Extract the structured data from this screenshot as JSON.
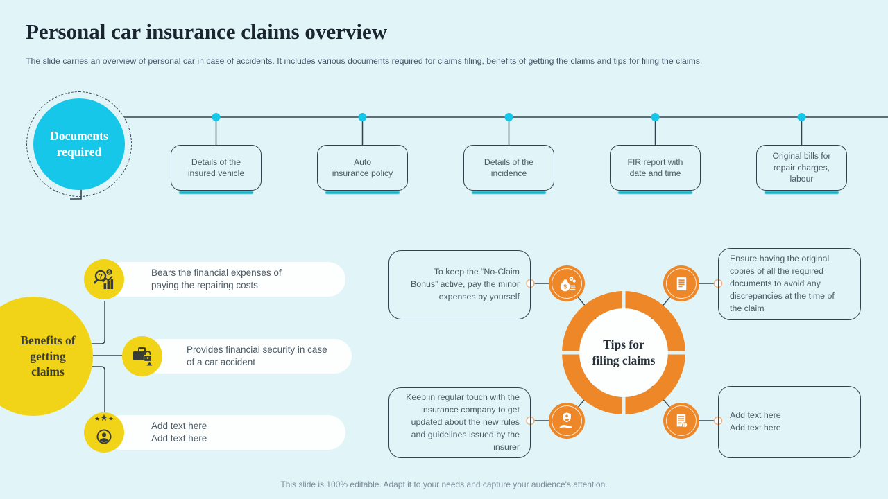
{
  "page": {
    "title": "Personal car insurance claims overview",
    "subtitle": "The slide carries an overview of personal car in case of accidents. It includes various documents required for claims filing, benefits of getting the claims and tips for filing the claims.",
    "footer": "This slide is 100% editable. Adapt it to your needs and capture your audience's attention."
  },
  "colors": {
    "background": "#e1f5f9",
    "cyan": "#16c7e9",
    "teal_underline": "#13b4c7",
    "yellow": "#f1d318",
    "orange": "#ee8727",
    "line_dark": "#33424d",
    "text_dark": "#1a2530",
    "text_gray": "#4c5a64"
  },
  "documents": {
    "hub_label": "Documents\nrequired",
    "items": [
      {
        "label": "Details of the\ninsured vehicle"
      },
      {
        "label": "Auto\ninsurance policy"
      },
      {
        "label": "Details of the\nincidence"
      },
      {
        "label": "FIR report with\ndate and time"
      },
      {
        "label": "Original bills for\nrepair charges,\nlabour"
      }
    ]
  },
  "benefits": {
    "hub_label": "Benefits of\ngetting\nclaims",
    "items": [
      {
        "icon": "cost-analysis-icon",
        "text": "Bears the financial expenses of paying the repairing costs"
      },
      {
        "icon": "financial-security-icon",
        "text": "Provides financial security in case of a car accident"
      },
      {
        "icon": "person-stars-icon",
        "text": "Add text here\nAdd text here"
      }
    ]
  },
  "tips": {
    "hub_label": "Tips for\nfiling claims",
    "items": [
      {
        "icon": "money-bag-icon",
        "position": "top-left",
        "text": "To keep the “No-Claim Bonus” active, pay the minor expenses by yourself"
      },
      {
        "icon": "document-icon",
        "position": "top-right",
        "text": "Ensure having the original copies of all the required documents to avoid any discrepancies at the time of the claim"
      },
      {
        "icon": "hand-shield-icon",
        "position": "bottom-left",
        "text": "Keep in regular touch with the insurance company to get updated about the new rules and guidelines issued by the insurer"
      },
      {
        "icon": "invoice-icon",
        "position": "bottom-right",
        "text": "Add text here\nAdd text here"
      }
    ]
  }
}
